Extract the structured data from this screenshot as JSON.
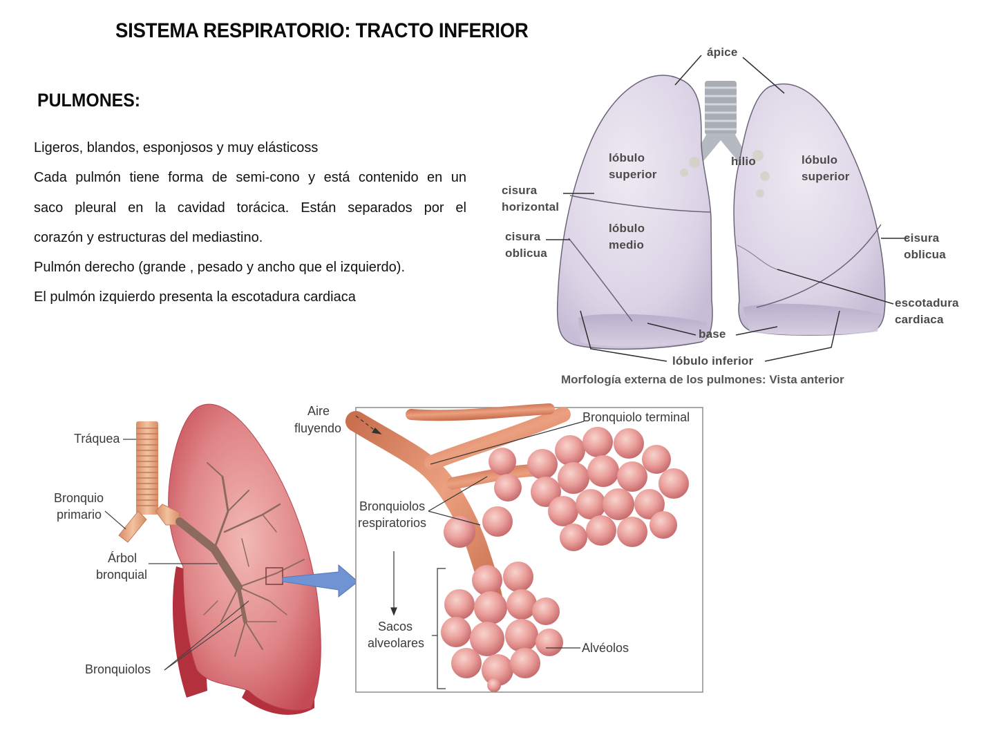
{
  "page": {
    "title": "SISTEMA RESPIRATORIO: TRACTO INFERIOR",
    "section_heading": "PULMONES:",
    "paragraphs": [
      "Ligeros, blandos, esponjosos y muy elásticoss",
      "Cada pulmón tiene forma de semi-cono y está contenido en un",
      "saco pleural en la cavidad torácica. Están separados por el",
      "corazón y estructuras del mediastino.",
      "Pulmón derecho (grande , pesado y ancho que el izquierdo).",
      "El pulmón izquierdo presenta la escotadura cardiaca"
    ]
  },
  "figure_lungs_anterior": {
    "caption": "Morfología externa de los pulmones: Vista anterior",
    "labels": {
      "apice": "ápice",
      "hilio": "hilio",
      "lobulo_superior_right_1": "lóbulo",
      "lobulo_superior_right_2": "superior",
      "lobulo_superior_left_1": "lóbulo",
      "lobulo_superior_left_2": "superior",
      "lobulo_medio_1": "lóbulo",
      "lobulo_medio_2": "medio",
      "cisura_horizontal_1": "cisura",
      "cisura_horizontal_2": "horizontal",
      "cisura_oblicua_right_1": "cisura",
      "cisura_oblicua_right_2": "oblicua",
      "cisura_oblicua_left_1": "cisura",
      "cisura_oblicua_left_2": "oblicua",
      "escotadura_1": "escotadura",
      "escotadura_2": "cardiaca",
      "base": "base",
      "lobulo_inferior": "lóbulo inferior"
    },
    "colors": {
      "lung_fill": "#ddd6e6",
      "lung_shade": "#b9aecb",
      "outline": "#6b6478",
      "trachea": "#a9adb4"
    }
  },
  "figure_bronchial_tree": {
    "labels": {
      "traquea": "Tráquea",
      "bronquio_1": "Bronquio",
      "bronquio_2": "primario",
      "arbol_1": "Árbol",
      "arbol_2": "bronquial",
      "bronquiolos": "Bronquiolos"
    },
    "colors": {
      "lung": "#d9727a",
      "lung_dark": "#b3303d",
      "trachea": "#e7a883",
      "tree": "#8c6a5e",
      "arrow": "#6f93d3"
    }
  },
  "figure_alveoli": {
    "labels": {
      "aire_1": "Aire",
      "aire_2": "fluyendo",
      "bronquiolo_terminal": "Bronquiolo terminal",
      "bronq_resp_1": "Bronquiolos",
      "bronq_resp_2": "respiratorios",
      "sacos_1": "Sacos",
      "sacos_2": "alveolares",
      "alveolos": "Alvéolos"
    },
    "colors": {
      "alveolus": "#e79a97",
      "alveolus_light": "#f6c7c2",
      "bronchiole": "#d98a67",
      "frame": "#8c8c8c"
    }
  }
}
